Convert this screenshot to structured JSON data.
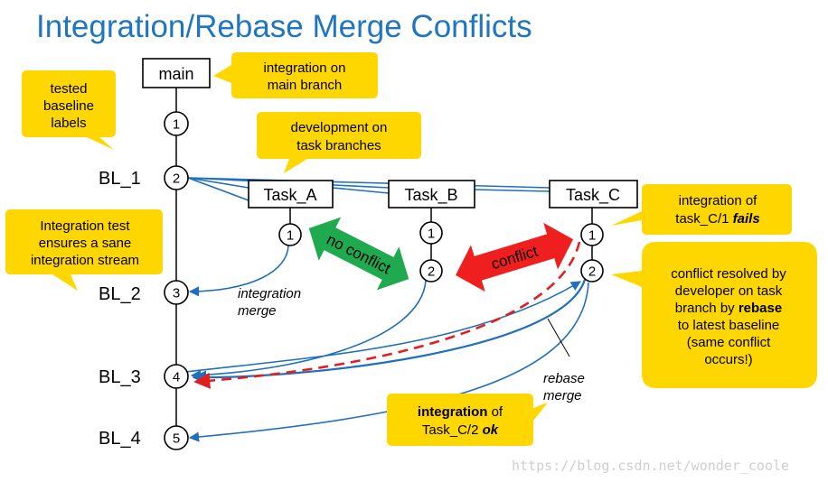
{
  "title": "Integration/Rebase Merge Conflicts",
  "boxes": {
    "main": "main",
    "task_a": "Task_A",
    "task_b": "Task_B",
    "task_c": "Task_C"
  },
  "baselines": {
    "bl1": "BL_1",
    "bl2": "BL_2",
    "bl3": "BL_3",
    "bl4": "BL_4"
  },
  "nodes": {
    "main_1": "1",
    "main_2": "2",
    "main_3": "3",
    "main_4": "4",
    "main_5": "5",
    "a_1": "1",
    "b_1": "1",
    "b_2": "2",
    "c_1": "1",
    "c_2": "2"
  },
  "callouts": {
    "integration_main": [
      "integration on",
      "main branch"
    ],
    "tested_labels": [
      "tested",
      "baseline",
      "labels"
    ],
    "development": [
      "development on",
      "task branches"
    ],
    "integration_fails": {
      "line1": "integration of",
      "line2_a": "task_C/1 ",
      "line2_b": "fails"
    },
    "integration_test": [
      "Integration test",
      "ensures a sane",
      "integration stream"
    ],
    "conflict_resolved": {
      "line1": "conflict resolved by",
      "line2": "developer on task",
      "line3_a": "branch by ",
      "line3_b": "rebase",
      "line4": "to latest baseline",
      "line5": "(same conflict",
      "line6": "occurs!)"
    },
    "integration_ok": {
      "line1_a": "integration",
      "line1_b": " of",
      "line2_a": "Task_C/2 ",
      "line2_b": "ok"
    }
  },
  "labels": {
    "integration_merge": [
      "integration",
      "merge"
    ],
    "rebase_merge": [
      "rebase",
      "merge"
    ]
  },
  "arrows": {
    "no_conflict": "no conflict",
    "conflict": "conflict"
  },
  "watermark": "https://blog.csdn.net/wonder_coole",
  "colors": {
    "title": "#2075c0",
    "callout": "#ffd700",
    "no_conflict_arrow": "#1faa4f",
    "conflict_arrow": "#f01f1f",
    "merge_lines": "#1f6fbd",
    "rebase_dashed": "#e0201e"
  }
}
